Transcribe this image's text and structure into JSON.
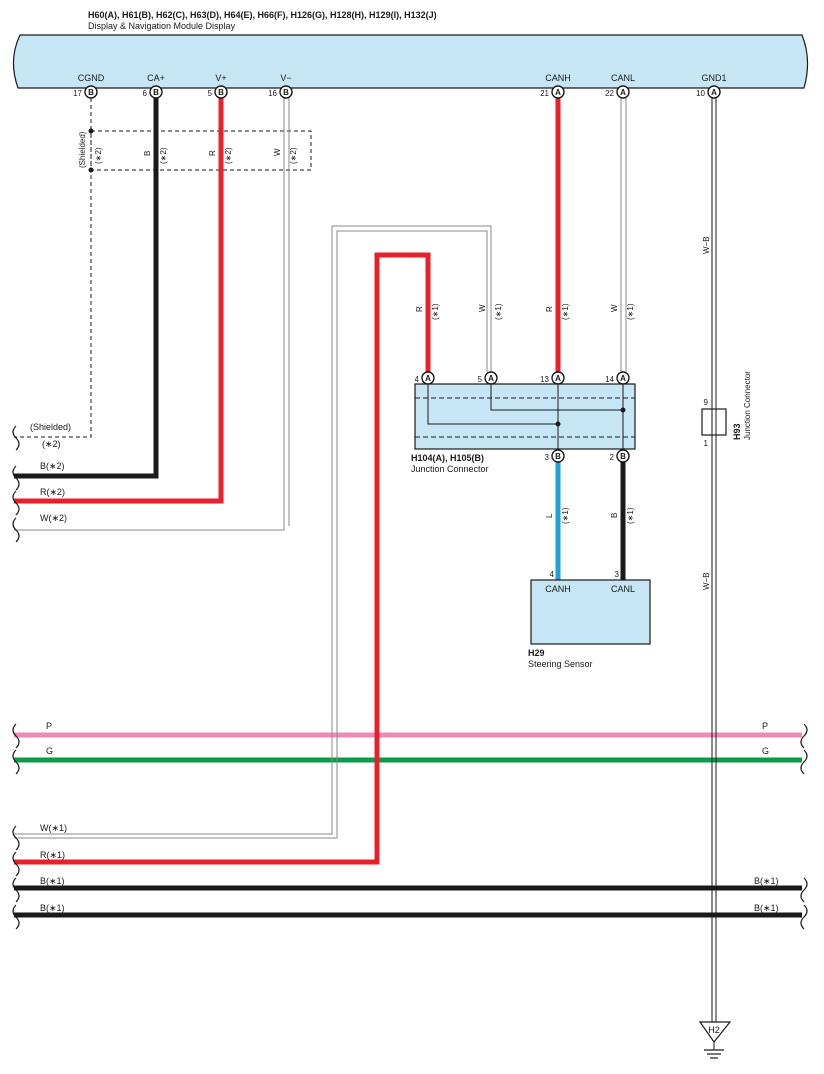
{
  "header": {
    "connector_codes": "H60(A), H61(B), H62(C), H63(D), H64(E), H66(F), H126(G), H128(H), H129(I), H132(J)",
    "module_name": "Display & Navigation Module Display"
  },
  "module_pins": [
    {
      "terminal": "CGND",
      "number": "17",
      "connector": "B"
    },
    {
      "terminal": "CA+",
      "number": "6",
      "connector": "B"
    },
    {
      "terminal": "V+",
      "number": "5",
      "connector": "B"
    },
    {
      "terminal": "V−",
      "number": "16",
      "connector": "B"
    },
    {
      "terminal": "CANH",
      "number": "21",
      "connector": "A"
    },
    {
      "terminal": "CANL",
      "number": "22",
      "connector": "A"
    },
    {
      "terminal": "GND1",
      "number": "10",
      "connector": "A"
    }
  ],
  "wire_labels": {
    "shielded": "(Shielded)",
    "note_2": "(∗2)",
    "note_1": "(∗1)",
    "color_b": "B",
    "color_r": "R",
    "color_w": "W",
    "color_l": "L",
    "color_wb": "W−B"
  },
  "junction_connector": {
    "code": "H104(A), H105(B)",
    "name": "Junction Connector",
    "top_pins": [
      {
        "number": "4",
        "connector": "A"
      },
      {
        "number": "5",
        "connector": "A"
      },
      {
        "number": "13",
        "connector": "A"
      },
      {
        "number": "14",
        "connector": "A"
      }
    ],
    "bottom_pins": [
      {
        "number": "3",
        "connector": "B"
      },
      {
        "number": "2",
        "connector": "B"
      }
    ]
  },
  "h93": {
    "code": "H93",
    "name": "Junction Connector",
    "pin_top": "9",
    "pin_bottom": "1"
  },
  "steering_sensor": {
    "code": "H29",
    "name": "Steering Sensor",
    "terminals": [
      {
        "label": "CANH",
        "number": "4"
      },
      {
        "label": "CANL",
        "number": "3"
      }
    ]
  },
  "left_wire_labels": {
    "shielded": "(Shielded)",
    "shielded_note": "(∗2)",
    "b2": "B(∗2)",
    "r2": "R(∗2)",
    "w2": "W(∗2)",
    "p": "P",
    "g": "G",
    "w1": "W(∗1)",
    "r1": "R(∗1)",
    "b1a": "B(∗1)",
    "b1b": "B(∗1)"
  },
  "right_wire_labels": {
    "p": "P",
    "g": "G",
    "b1a": "B(∗1)",
    "b1b": "B(∗1)"
  },
  "ground": {
    "label": "H2"
  },
  "colors": {
    "module_fill": "#c6e6f5",
    "red": "#e8202a",
    "black": "#1a1a1a",
    "white_wire": "#9a9a9a",
    "blue": "#1ea0dc",
    "pink": "#ef8ab8",
    "green": "#0a9b4a"
  }
}
